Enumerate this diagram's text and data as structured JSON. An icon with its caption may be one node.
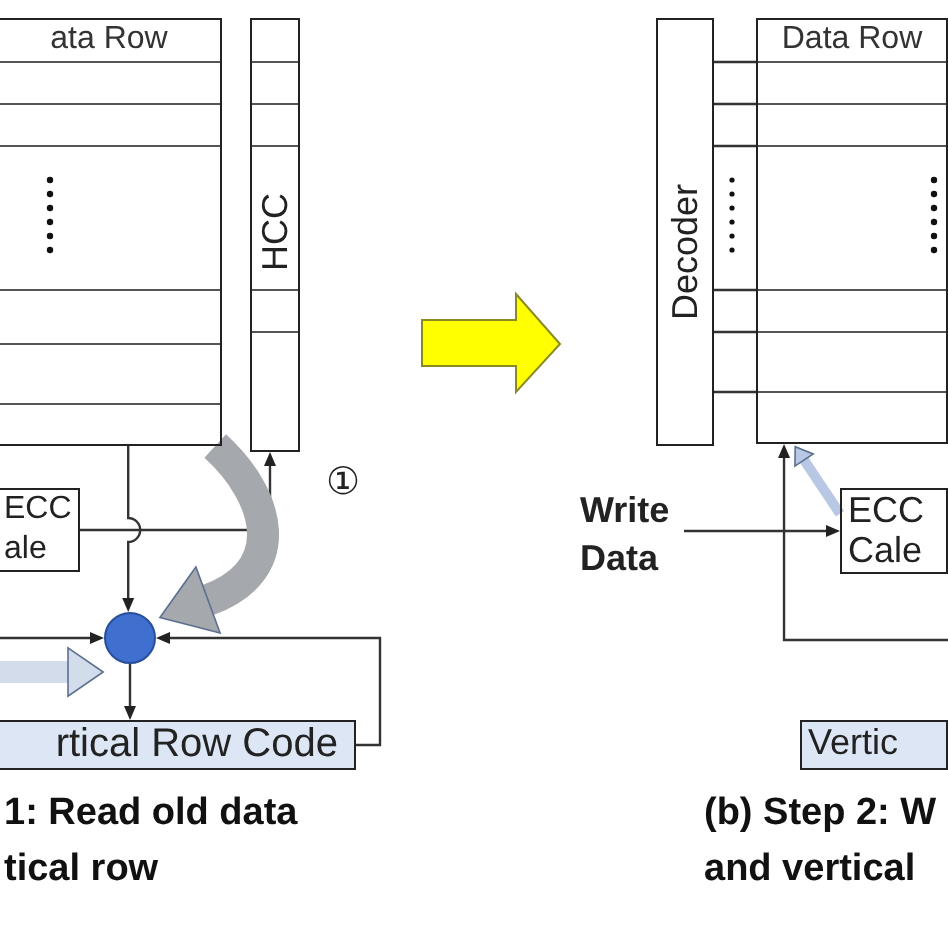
{
  "diagram": {
    "nodes": [
      {
        "text": [
          "ata Row"
        ]
      },
      {
        "text": [
          "HCC"
        ]
      },
      {
        "text": [
          "ECC ale"
        ]
      },
      {
        "text": [],
        "shape": "circle"
      },
      {
        "text": [
          "rtical Row Code"
        ]
      },
      {
        "text": [
          "Decoder"
        ]
      },
      {
        "text": [
          "Data Row"
        ]
      },
      {
        "text": [
          "Write Data"
        ]
      },
      {
        "text": [
          "ECC Cale"
        ]
      },
      {
        "text": [
          "Vertic"
        ]
      }
    ],
    "edges": [
      {
        "from": 0,
        "to": 3,
        "arrow": "to"
      },
      {
        "from": 2,
        "to": 1,
        "arrow": "to"
      },
      {
        "from": 0,
        "to": 3,
        "arrow": "to",
        "style": "thick",
        "color": "#a5a8ad"
      },
      {
        "from": null,
        "to": 3,
        "arrow": "to"
      },
      {
        "from": null,
        "to": 3,
        "arrow": "to",
        "style": "thick",
        "color": "#d3dcea"
      },
      {
        "from": 3,
        "to": 4,
        "arrow": "to"
      },
      {
        "from": 4,
        "to": 3,
        "arrow": "to"
      },
      {
        "from": 7,
        "to": 8,
        "arrow": "to"
      },
      {
        "from": null,
        "to": 6,
        "arrow": "to"
      },
      {
        "from": 8,
        "to": 6,
        "arrow": "to",
        "style": "thick",
        "color": "#b8c8e4"
      },
      {
        "from": 5,
        "to": 6,
        "arrow": "none"
      },
      {
        "from": 5,
        "to": 6,
        "arrow": "none"
      },
      {
        "from": 5,
        "to": 6,
        "arrow": "none"
      },
      {
        "from": 5,
        "to": 6,
        "arrow": "none"
      },
      {
        "from": 5,
        "to": 6,
        "arrow": "none"
      },
      {
        "from": 5,
        "to": 6,
        "arrow": "none"
      }
    ],
    "labels": [
      "①",
      "1: Read old data tical row",
      "(b) Step 2: W and vertical"
    ]
  }
}
